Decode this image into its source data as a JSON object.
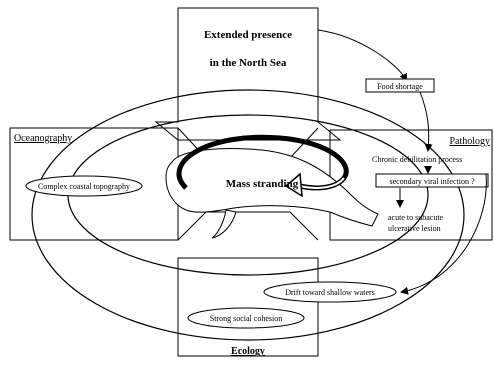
{
  "diagram": {
    "top_box": {
      "line1": "Extended presence",
      "line2": "in the North Sea"
    },
    "left_box": {
      "title": "Oceanography"
    },
    "right_box": {
      "title": "Pathology"
    },
    "bottom_box": {
      "title": "Ecology"
    },
    "center_label": "Mass stranding",
    "labels": {
      "food_shortage": "Food shortage",
      "chronic_debilitation": "Chronic debilitation process",
      "secondary_viral": "secondary viral infection ?",
      "acute_line1": "acute to subacute",
      "acute_line2": "ulcerative lesion",
      "complex_coastal": "Complex coastal topography",
      "drift_shallow": "Drift toward shallow waters",
      "social_cohesion": "Strong social cohesion"
    }
  }
}
